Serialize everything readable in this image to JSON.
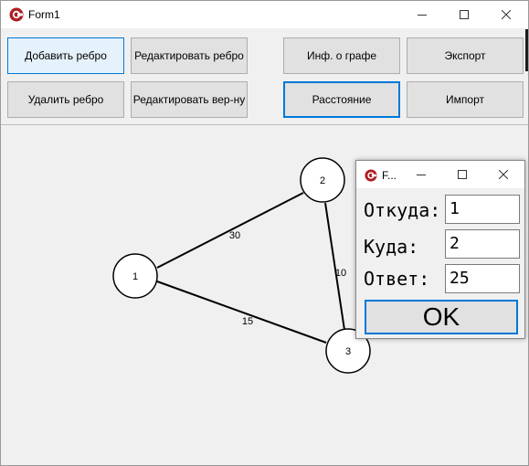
{
  "window": {
    "title": "Form1"
  },
  "toolbar": {
    "add_edge": "Добавить ребро",
    "edit_edge": "Редактировать ребро",
    "graph_info": "Инф. о графе",
    "export": "Экспорт",
    "delete_edge": "Удалить ребро",
    "edit_vertex": "Редактировать вер-ну",
    "distance": "Расстояние",
    "import": "Импорт"
  },
  "graph": {
    "nodes": [
      {
        "id": "1",
        "label": "1"
      },
      {
        "id": "2",
        "label": "2"
      },
      {
        "id": "3",
        "label": "3"
      }
    ],
    "edges": [
      {
        "from": "1",
        "to": "2",
        "weight": "30"
      },
      {
        "from": "2",
        "to": "3",
        "weight": "10"
      },
      {
        "from": "1",
        "to": "3",
        "weight": "15"
      }
    ]
  },
  "dialog": {
    "title": "F...",
    "from_label": "Откуда:",
    "from_value": "1",
    "to_label": "Куда:",
    "to_value": "2",
    "answer_label": "Ответ:",
    "answer_value": "25",
    "ok_label": "OK"
  },
  "colors": {
    "accent": "#0078d7",
    "app_icon": "#c0392b"
  },
  "icons": {
    "app": "app-logo-icon",
    "minimize": "minimize-icon",
    "maximize": "maximize-icon",
    "close": "close-icon"
  }
}
